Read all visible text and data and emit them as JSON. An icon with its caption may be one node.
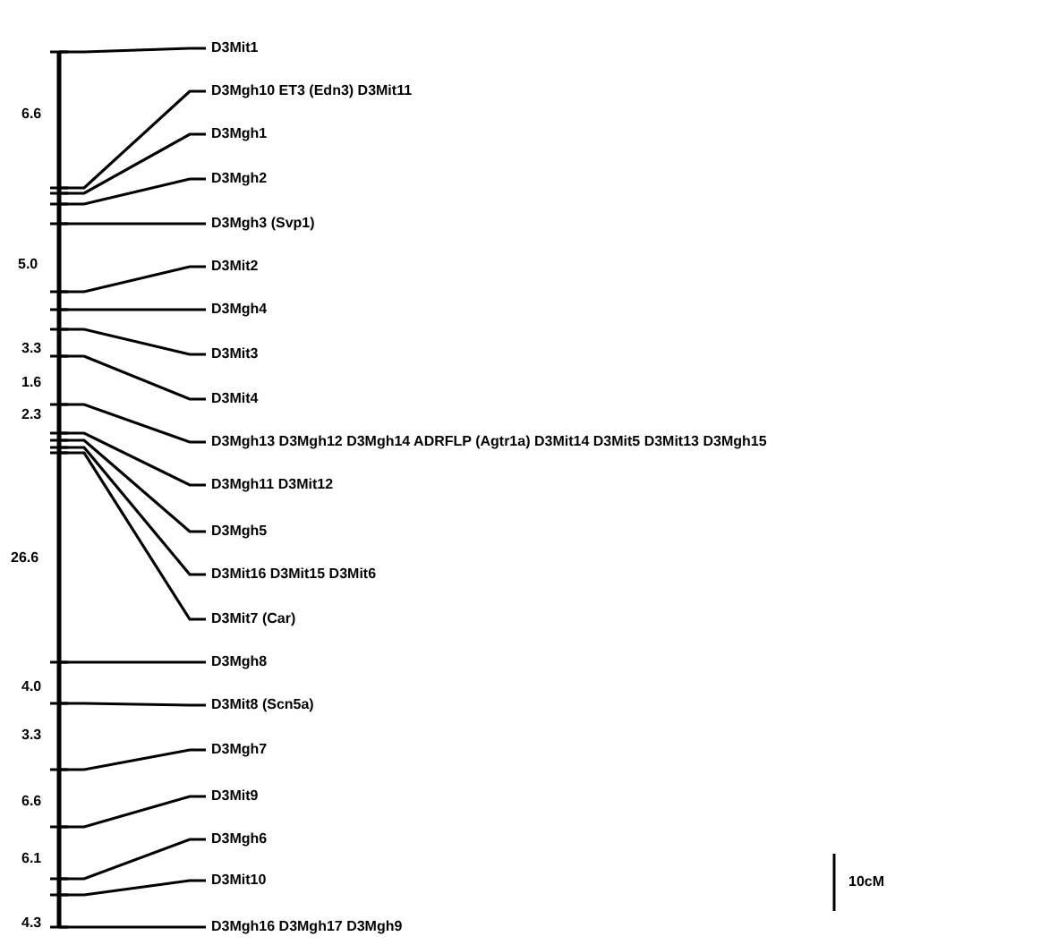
{
  "diagram": {
    "nodes": [
      {
        "text": [
          "D3Mit1"
        ]
      },
      {
        "text": [
          "D3Mgh10 ET3 (Edn3) D3Mit11"
        ]
      },
      {
        "text": [
          "D3Mgh1"
        ]
      },
      {
        "text": [
          "D3Mgh2"
        ]
      },
      {
        "text": [
          "D3Mgh3 (Svp1)"
        ]
      },
      {
        "text": [
          "D3Mit2"
        ]
      },
      {
        "text": [
          "D3Mgh4"
        ]
      },
      {
        "text": [
          "D3Mit3"
        ]
      },
      {
        "text": [
          "D3Mit4"
        ]
      },
      {
        "text": [
          "D3Mgh13 D3Mgh12 D3Mgh14 ADRFLP (Agtr1a) D3Mit14 D3Mit5 D3Mit13 D3Mgh15"
        ]
      },
      {
        "text": [
          "D3Mgh11 D3Mit12"
        ]
      },
      {
        "text": [
          "D3Mgh5"
        ]
      },
      {
        "text": [
          "D3Mit16 D3Mit15 D3Mit6"
        ]
      },
      {
        "text": [
          "D3Mit7 (Car)"
        ]
      },
      {
        "text": [
          "D3Mgh8"
        ]
      },
      {
        "text": [
          "D3Mit8 (Scn5a)"
        ]
      },
      {
        "text": [
          "D3Mgh7"
        ]
      },
      {
        "text": [
          "D3Mit9"
        ]
      },
      {
        "text": [
          "D3Mgh6"
        ]
      },
      {
        "text": [
          "D3Mit10"
        ]
      },
      {
        "text": [
          "D3Mgh16 D3Mgh17 D3Mgh9"
        ]
      }
    ],
    "edges": [
      {
        "from": 0,
        "to": null,
        "arrow": "none"
      },
      {
        "from": 1,
        "to": null,
        "arrow": "none"
      },
      {
        "from": 2,
        "to": null,
        "arrow": "none"
      },
      {
        "from": 3,
        "to": null,
        "arrow": "none"
      },
      {
        "from": 4,
        "to": null,
        "arrow": "none"
      },
      {
        "from": 5,
        "to": null,
        "arrow": "none"
      },
      {
        "from": 6,
        "to": null,
        "arrow": "none"
      },
      {
        "from": 7,
        "to": null,
        "arrow": "none"
      },
      {
        "from": 8,
        "to": null,
        "arrow": "none"
      },
      {
        "from": 9,
        "to": null,
        "arrow": "none"
      },
      {
        "from": 10,
        "to": null,
        "arrow": "none"
      },
      {
        "from": 11,
        "to": null,
        "arrow": "none"
      },
      {
        "from": 12,
        "to": null,
        "arrow": "none"
      },
      {
        "from": 13,
        "to": null,
        "arrow": "none"
      },
      {
        "from": 14,
        "to": null,
        "arrow": "none"
      },
      {
        "from": 15,
        "to": null,
        "arrow": "none"
      },
      {
        "from": 16,
        "to": null,
        "arrow": "none"
      },
      {
        "from": 17,
        "to": null,
        "arrow": "none"
      },
      {
        "from": 18,
        "to": null,
        "arrow": "none"
      },
      {
        "from": 19,
        "to": null,
        "arrow": "none"
      },
      {
        "from": 20,
        "to": null,
        "arrow": "none"
      }
    ],
    "labels": [
      "6.6",
      "5.0",
      "3.3",
      "1.6",
      "2.3",
      "26.6",
      "4.0",
      "3.3",
      "6.6",
      "6.1",
      "4.3",
      "10cM"
    ]
  }
}
